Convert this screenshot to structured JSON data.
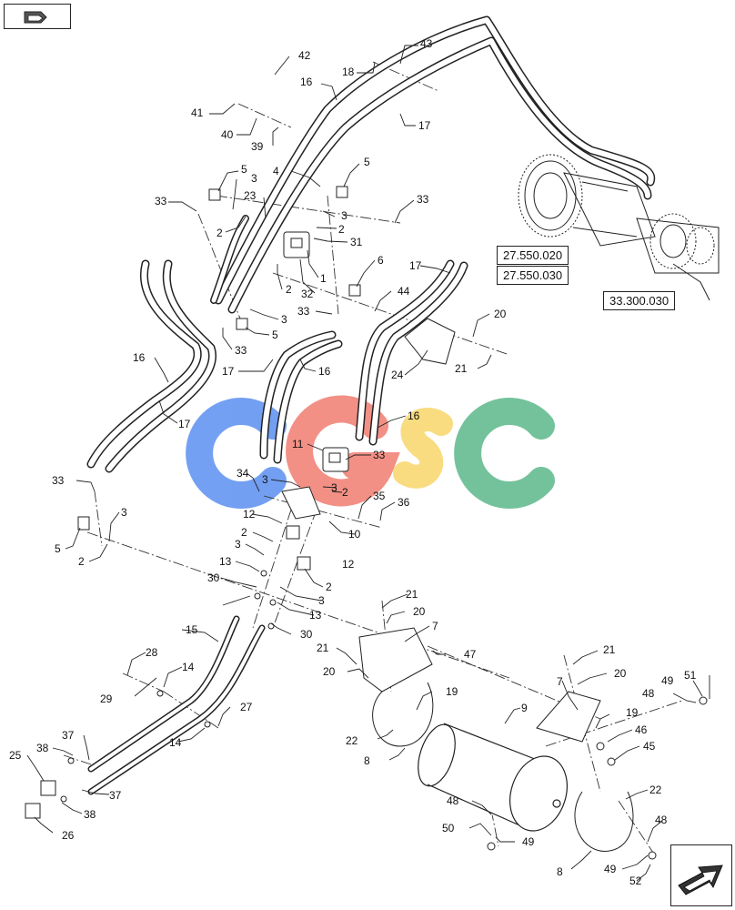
{
  "references": [
    "27.550.020",
    "27.550.030",
    "33.300.030"
  ],
  "callouts": [
    "1",
    "2",
    "3",
    "4",
    "5",
    "6",
    "7",
    "8",
    "9",
    "10",
    "11",
    "12",
    "13",
    "14",
    "15",
    "16",
    "17",
    "18",
    "19",
    "20",
    "21",
    "22",
    "23",
    "24",
    "25",
    "26",
    "27",
    "28",
    "29",
    "30",
    "31",
    "32",
    "33",
    "34",
    "35",
    "36",
    "37",
    "38",
    "39",
    "40",
    "41",
    "42",
    "43",
    "44",
    "45",
    "46",
    "47",
    "48",
    "49",
    "50",
    "51",
    "52"
  ],
  "watermark": {
    "letters": [
      "C",
      "G",
      "S",
      "C"
    ],
    "colors": [
      "#5b8ff0",
      "#f07d72",
      "#f8d66a",
      "#5cb88a"
    ]
  },
  "icons": {
    "top_left": "previous-page-icon",
    "bottom_right": "next-page-icon"
  },
  "colors": {
    "line": "#222222",
    "background": "#ffffff"
  }
}
